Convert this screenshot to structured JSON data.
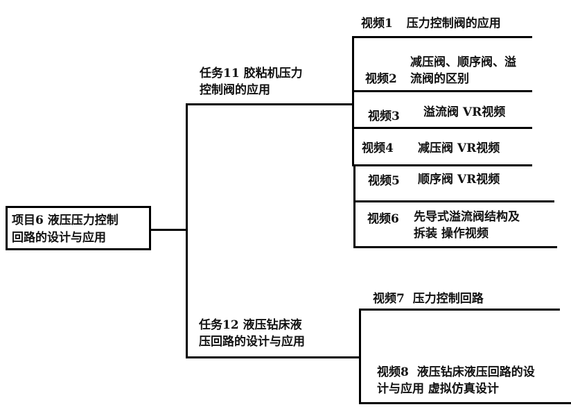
{
  "diagram": {
    "root": {
      "line1": "项目6  液压压力控制",
      "line2": "回路的设计与应用"
    },
    "tasks": [
      {
        "line1": "任务11  胶粘机压力",
        "line2": "控制阀的应用",
        "videos": [
          {
            "label": "视频1",
            "line1": "压力控制阀的应用",
            "line2": ""
          },
          {
            "label": "视频2",
            "line1": "减压阀、顺序阀、溢",
            "line2": "流阀的区别"
          },
          {
            "label": "视频3",
            "line1": "溢流阀  VR视频",
            "line2": ""
          },
          {
            "label": "视频4",
            "line1": "减压阀  VR视频",
            "line2": ""
          },
          {
            "label": "视频5",
            "line1": "顺序阀  VR视频",
            "line2": ""
          },
          {
            "label": "视频6",
            "line1": "先导式溢流阀结构及",
            "line2": "拆装  操作视频"
          }
        ]
      },
      {
        "line1": "任务12  液压钻床液",
        "line2": "压回路的设计与应用",
        "videos": [
          {
            "label": "视频7",
            "line1": "压力控制回路",
            "line2": ""
          },
          {
            "label": "视频8",
            "line1": "液压钻床液压回路的设",
            "line2": "计与应用  虚拟仿真设计"
          }
        ]
      }
    ]
  }
}
